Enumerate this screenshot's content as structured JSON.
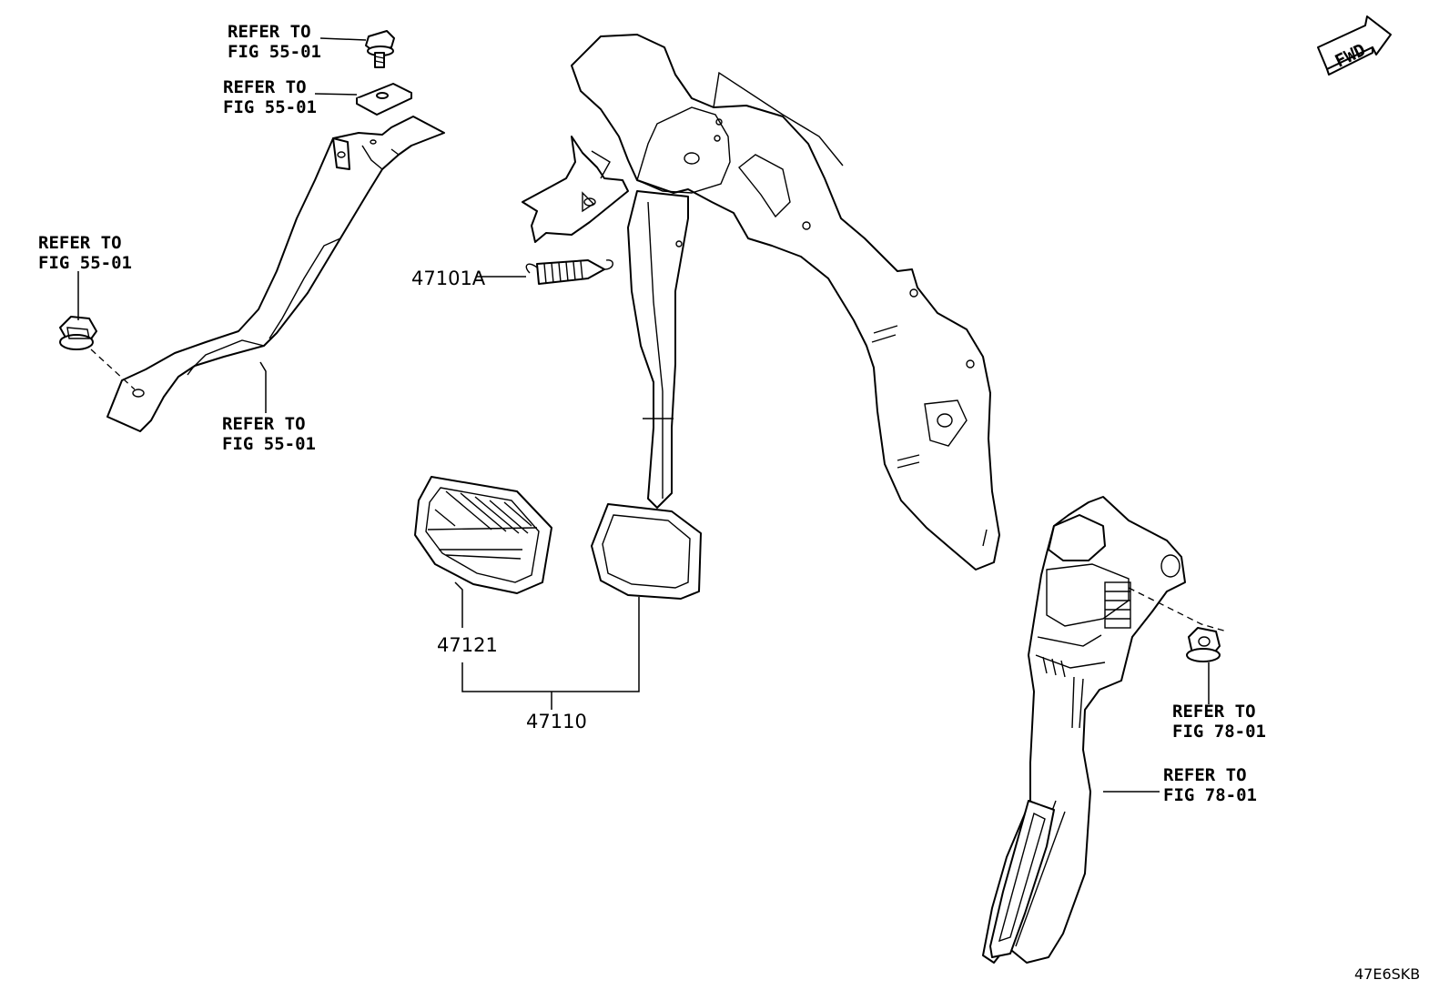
{
  "callouts": {
    "bolt_top": [
      "REFER TO",
      "FIG 55-01"
    ],
    "nut_top": [
      "REFER TO",
      "FIG 55-01"
    ],
    "bolt_left": [
      "REFER TO",
      "FIG 55-01"
    ],
    "bracket": [
      "REFER TO",
      "FIG 55-01"
    ],
    "nut_right": [
      "REFER TO",
      "FIG 78-01"
    ],
    "accel_pedal": [
      "REFER TO",
      "FIG 78-01"
    ]
  },
  "part_numbers": {
    "spring": "47101A",
    "pedal_pad": "47121",
    "pedal_assy": "47110"
  },
  "direction_badge": "FWD",
  "drawing_code": "47E6SKB"
}
